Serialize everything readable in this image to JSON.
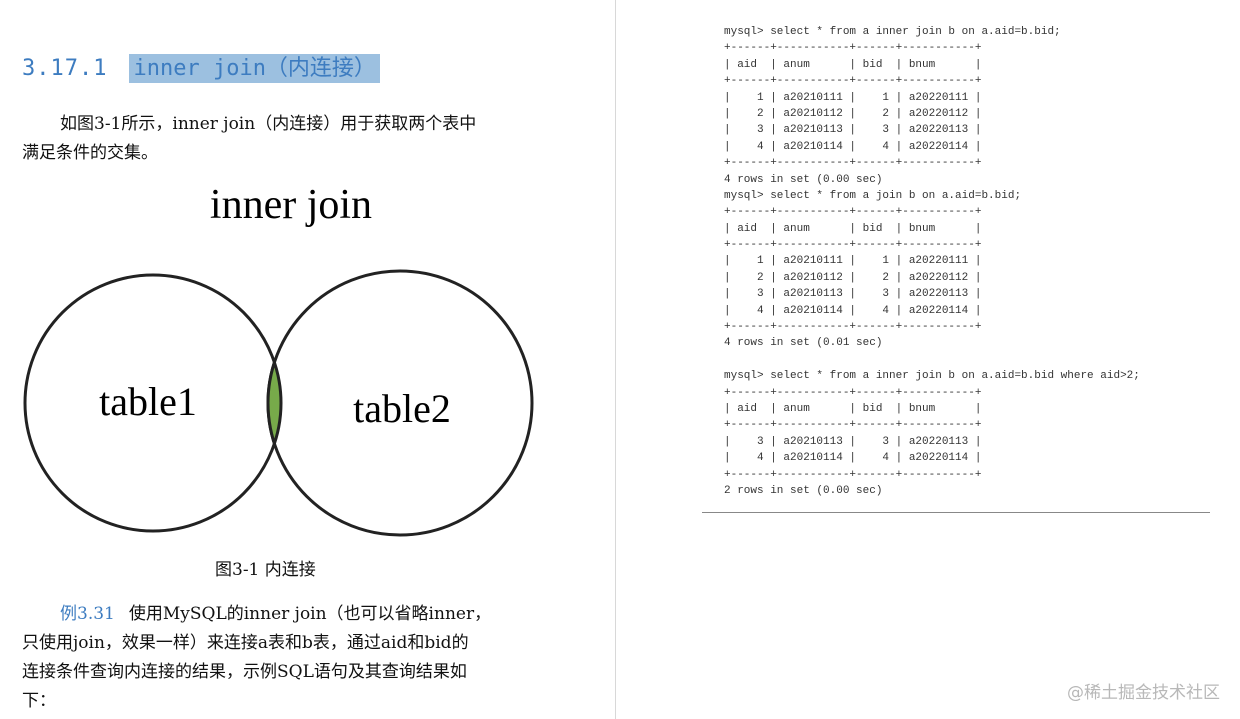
{
  "heading": {
    "number": "3.17.1",
    "title": "inner join（内连接）"
  },
  "intro": [
    "如图3-1所示，inner join（内连接）用于获取两个表中",
    "满足条件的交集。"
  ],
  "figure": {
    "title": "inner join",
    "left_label": "table1",
    "right_label": "table2",
    "caption": "图3-1   内连接",
    "intersection_color": "#77aa4a"
  },
  "example": {
    "label": "例3.31",
    "lines": [
      "使用MySQL的inner join（也可以省略inner，",
      "只使用join，效果一样）来连接a表和b表，通过aid和bid的",
      "连接条件查询内连接的结果，示例SQL语句及其查询结果如",
      "下："
    ]
  },
  "code_lines": [
    "mysql> select * from a inner join b on a.aid=b.bid;",
    "+------+-----------+------+-----------+",
    "| aid  | anum      | bid  | bnum      |",
    "+------+-----------+------+-----------+",
    "|    1 | a20210111 |    1 | a20220111 |",
    "|    2 | a20210112 |    2 | a20220112 |",
    "|    3 | a20210113 |    3 | a20220113 |",
    "|    4 | a20210114 |    4 | a20220114 |",
    "+------+-----------+------+-----------+",
    "4 rows in set (0.00 sec)",
    "mysql> select * from a join b on a.aid=b.bid;",
    "+------+-----------+------+-----------+",
    "| aid  | anum      | bid  | bnum      |",
    "+------+-----------+------+-----------+",
    "|    1 | a20210111 |    1 | a20220111 |",
    "|    2 | a20210112 |    2 | a20220112 |",
    "|    3 | a20210113 |    3 | a20220113 |",
    "|    4 | a20210114 |    4 | a20220114 |",
    "+------+-----------+------+-----------+",
    "4 rows in set (0.01 sec)",
    "",
    "mysql> select * from a inner join b on a.aid=b.bid where aid>2;",
    "+------+-----------+------+-----------+",
    "| aid  | anum      | bid  | bnum      |",
    "+------+-----------+------+-----------+",
    "|    3 | a20210113 |    3 | a20220113 |",
    "|    4 | a20210114 |    4 | a20220114 |",
    "+------+-----------+------+-----------+",
    "2 rows in set (0.00 sec)"
  ],
  "watermark": "@稀土掘金技术社区"
}
